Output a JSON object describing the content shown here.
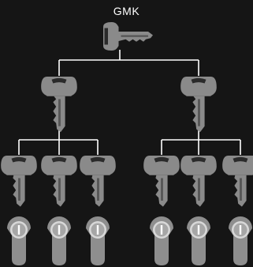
{
  "top_label": "GMK",
  "colors": {
    "background": "#151515",
    "key_fill": "#8a8a8a",
    "key_dark": "#2a2a2a",
    "connector_line": "#ffffff",
    "cylinder_fill": "#8e8e8e",
    "cylinder_face": "#d8d8d8",
    "cylinder_plug": "#a6a6a6"
  },
  "hierarchy": {
    "grand_master_key": {
      "icon": "key-icon"
    },
    "master_keys": [
      {
        "icon": "key-icon",
        "change_keys": 3
      },
      {
        "icon": "key-icon",
        "change_keys": 3
      }
    ],
    "lock_cylinders": {
      "icon": "euro-cylinder-lock-icon",
      "count": 6
    }
  }
}
